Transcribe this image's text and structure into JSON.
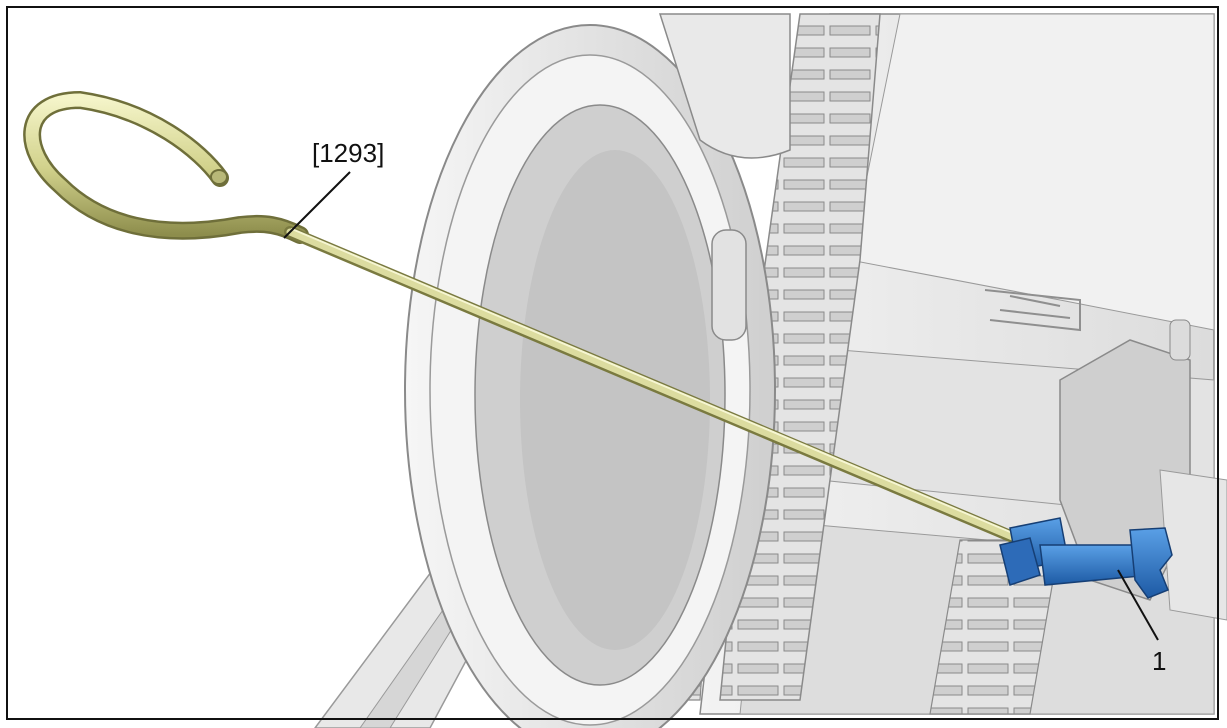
{
  "labels": {
    "tool_ref": "[1293]",
    "part_number": "1"
  },
  "colors": {
    "tool_wire": "#d8d89a",
    "tool_wire_shadow": "#9a9a5a",
    "clip": "#2f78c8",
    "housing_light": "#eeeeee",
    "housing_mid": "#d9d9d9",
    "housing_dark": "#bdbdbd",
    "outline": "#8a8a8a"
  },
  "icons": {
    "tool": "bent-wire-hook-tool",
    "clip": "retaining-clip"
  }
}
